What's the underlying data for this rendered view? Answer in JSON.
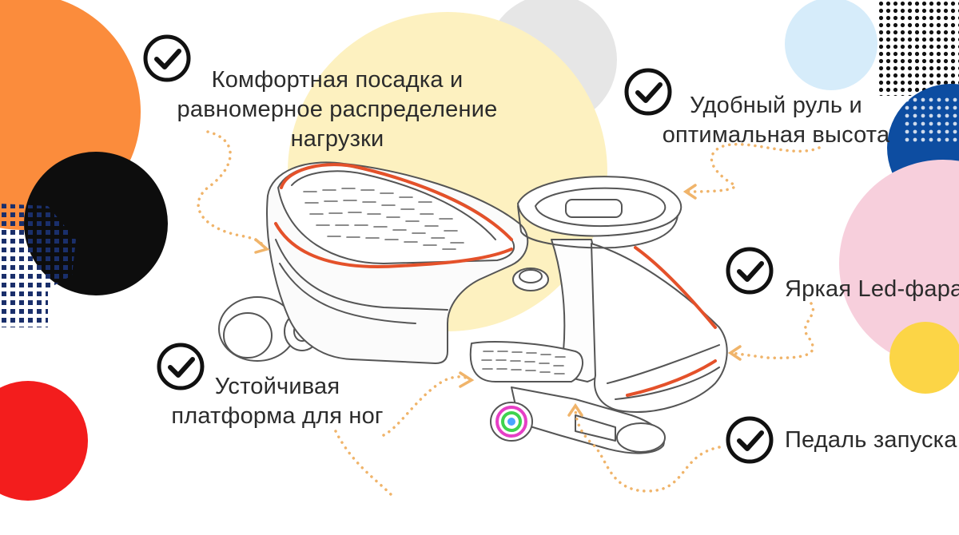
{
  "features": {
    "seat": {
      "lines": [
        "Комфортная посадка и",
        "равномерное распределение",
        "нагрузки"
      ],
      "icon": "checkmark-circle-icon"
    },
    "steering": {
      "lines": [
        "Удобный руль и",
        "оптимальная высота"
      ],
      "icon": "checkmark-circle-icon"
    },
    "led": {
      "lines": [
        "Яркая Led-фара"
      ],
      "icon": "checkmark-circle-icon"
    },
    "platform": {
      "lines": [
        "Устойчивая",
        "платформа для ног"
      ],
      "icon": "checkmark-circle-icon"
    },
    "pedal": {
      "lines": [
        "Педаль запуска"
      ],
      "icon": "checkmark-circle-icon"
    }
  },
  "colors": {
    "orange": "#fb8c3c",
    "black": "#0d0d0d",
    "red": "#f31d1d",
    "navy": "#0d4da1",
    "light_blue": "#d6ecfa",
    "pink": "#f7cfdc",
    "yellow": "#fcd546",
    "pale_yellow": "#fdf1c0",
    "gray": "#e6e6e6",
    "accent_line": "#e4512a",
    "dots": "#f0b46a",
    "ink": "#2b2b2b"
  }
}
